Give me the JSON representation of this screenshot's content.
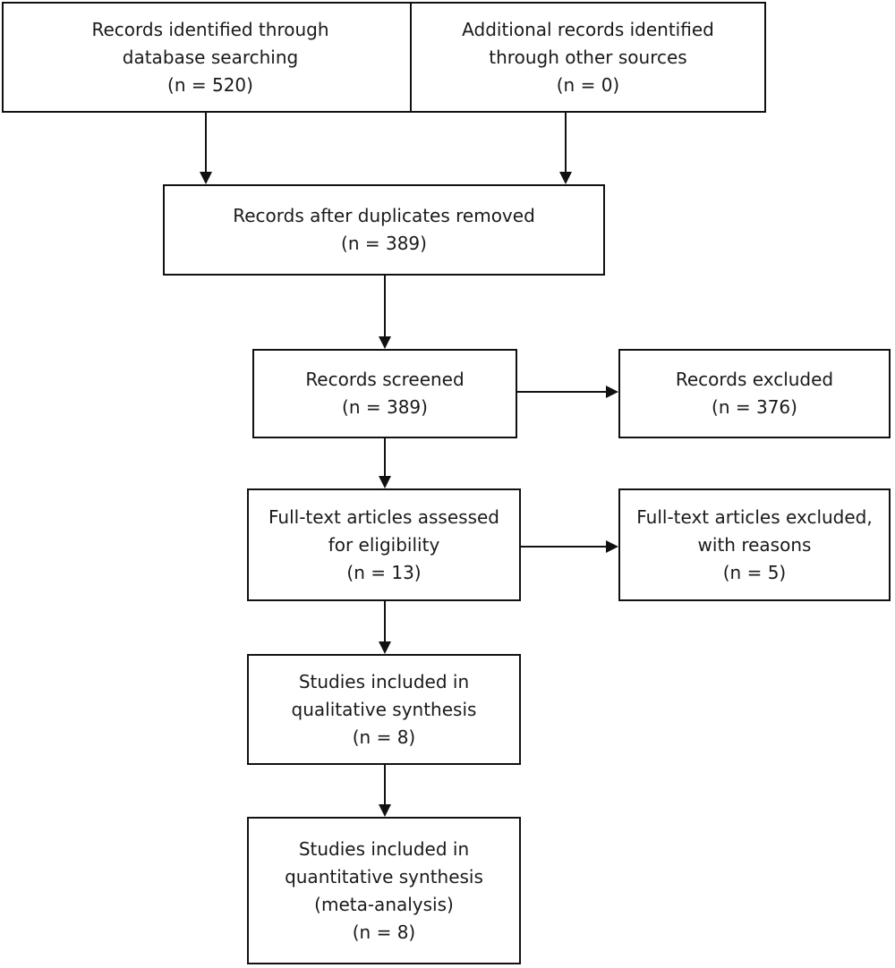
{
  "boxes": {
    "identified_db": {
      "lines": [
        "Records identified through",
        "database searching",
        "(n = 520)"
      ]
    },
    "identified_other": {
      "lines": [
        "Additional records identified",
        "through other sources",
        "(n = 0)"
      ]
    },
    "after_duplicates": {
      "lines": [
        "Records after duplicates removed",
        "(n = 389)"
      ]
    },
    "screened": {
      "lines": [
        "Records screened",
        "(n = 389)"
      ]
    },
    "excluded": {
      "lines": [
        "Records excluded",
        "(n = 376)"
      ]
    },
    "fulltext_assessed": {
      "lines": [
        "Full-text articles assessed",
        "for eligibility",
        "(n = 13)"
      ]
    },
    "fulltext_excluded": {
      "lines": [
        "Full-text articles excluded,",
        "with reasons",
        "(n = 5)"
      ]
    },
    "qualitative": {
      "lines": [
        "Studies included in",
        "qualitative synthesis",
        "(n = 8)"
      ]
    },
    "quantitative": {
      "lines": [
        "Studies included in",
        "quantitative synthesis",
        "(meta-analysis)",
        "(n = 8)"
      ]
    }
  }
}
